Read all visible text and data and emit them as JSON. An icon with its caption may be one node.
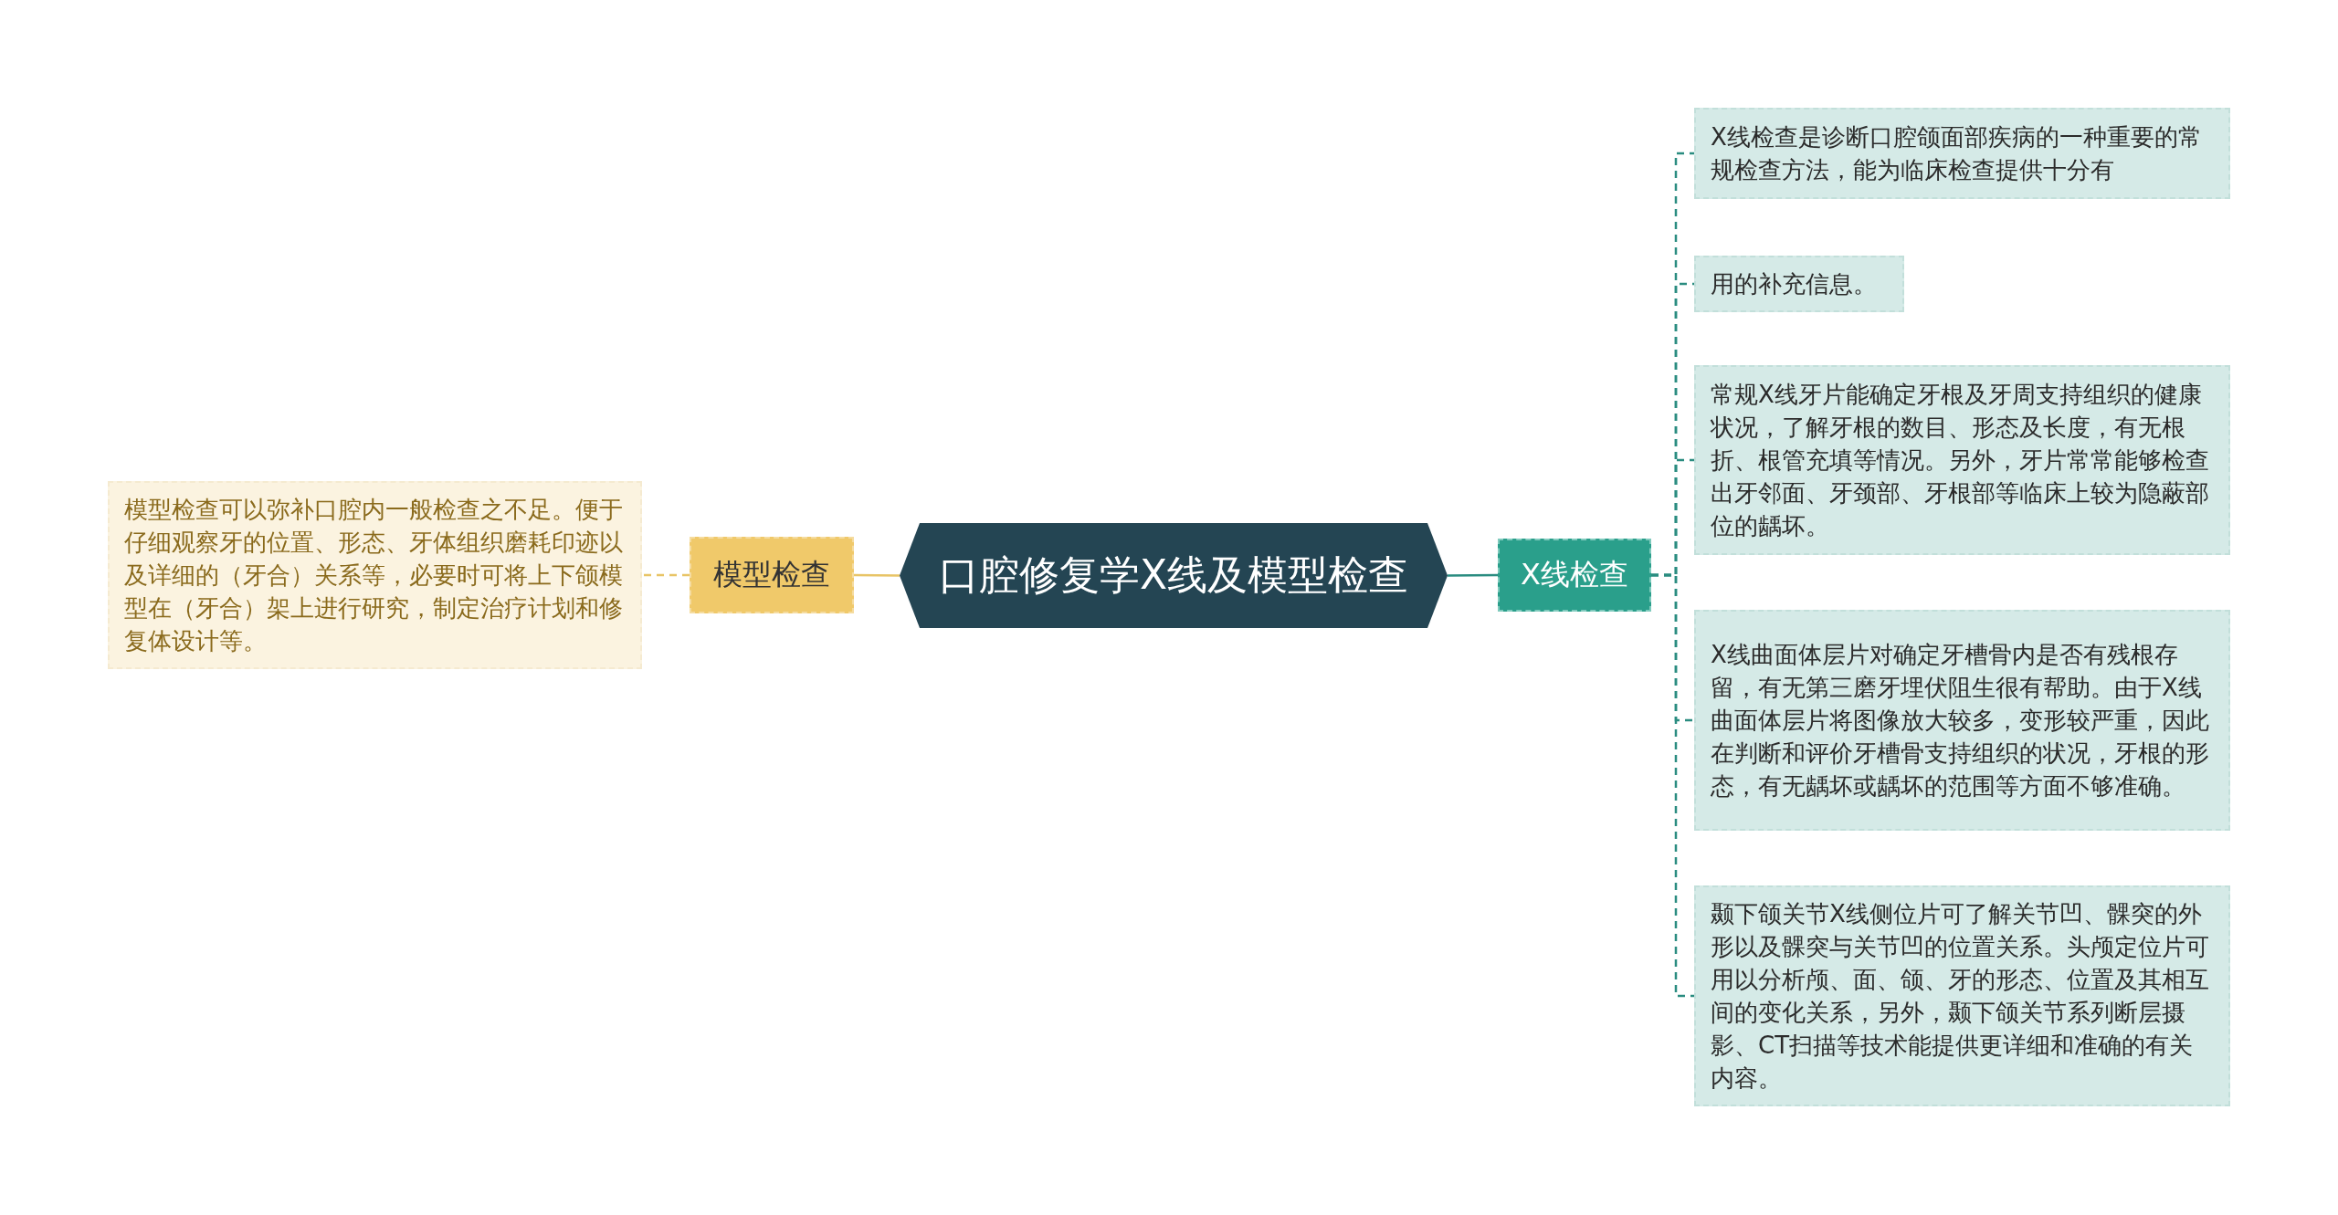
{
  "diagram": {
    "nodes": [
      {
        "text": [
          "口腔修复学X线及模型检查"
        ]
      },
      {
        "text": [
          "模型检查"
        ]
      },
      {
        "text": [
          "模型检查可以弥补口腔内一般检查之不足。便于仔细观察牙的位置、形态、牙体组织磨耗印迹以及详细的（牙合）关系等，必要时可将上下颌模型在（牙合）架上进行研究，制定治疗计划和修复体设计等。"
        ]
      },
      {
        "text": [
          "X线检查"
        ]
      },
      {
        "text": [
          "X线检查是诊断口腔颌面部疾病的一种重要的常规检查方法，能为临床检查提供十分有"
        ]
      },
      {
        "text": [
          "用的补充信息。"
        ]
      },
      {
        "text": [
          "常规X线牙片能确定牙根及牙周支持组织的健康状况，了解牙根的数目、形态及长度，有无根折、根管充填等情况。另外，牙片常常能够检查出牙邻面、牙颈部、牙根部等临床上较为隐蔽部位的龋坏。"
        ]
      },
      {
        "text": [
          "X线曲面体层片对确定牙槽骨内是否有残根存留，有无第三磨牙埋伏阻生很有帮助。由于X线曲面体层片将图像放大较多，变形较严重，因此在判断和评价牙槽骨支持组织的状况，牙根的形态，有无龋坏或龋坏的范围等方面不够准确。"
        ]
      },
      {
        "text": [
          "颞下颌关节X线侧位片可了解关节凹、髁突的外形以及髁突与关节凹的位置关系。头颅定位片可用以分析颅、面、颌、牙的形态、位置及其相互间的变化关系，另外，颞下颌关节系列断层摄影、CT扫描等技术能提供更详细和准确的有关内容。"
        ]
      }
    ],
    "edges": [
      {
        "from": 0,
        "to": 1,
        "arrow": "none",
        "color": "#e8c466"
      },
      {
        "from": 1,
        "to": 2,
        "arrow": "none",
        "style": "dashed",
        "color": "#e8c466"
      },
      {
        "from": 0,
        "to": 3,
        "arrow": "none"
      },
      {
        "from": 3,
        "to": 4,
        "arrow": "none",
        "style": "dashed"
      },
      {
        "from": 3,
        "to": 5,
        "arrow": "none",
        "style": "dashed"
      },
      {
        "from": 3,
        "to": 6,
        "arrow": "none",
        "style": "dashed"
      },
      {
        "from": 3,
        "to": 7,
        "arrow": "none",
        "style": "dashed"
      },
      {
        "from": 3,
        "to": 8,
        "arrow": "none",
        "style": "dashed"
      }
    ]
  }
}
